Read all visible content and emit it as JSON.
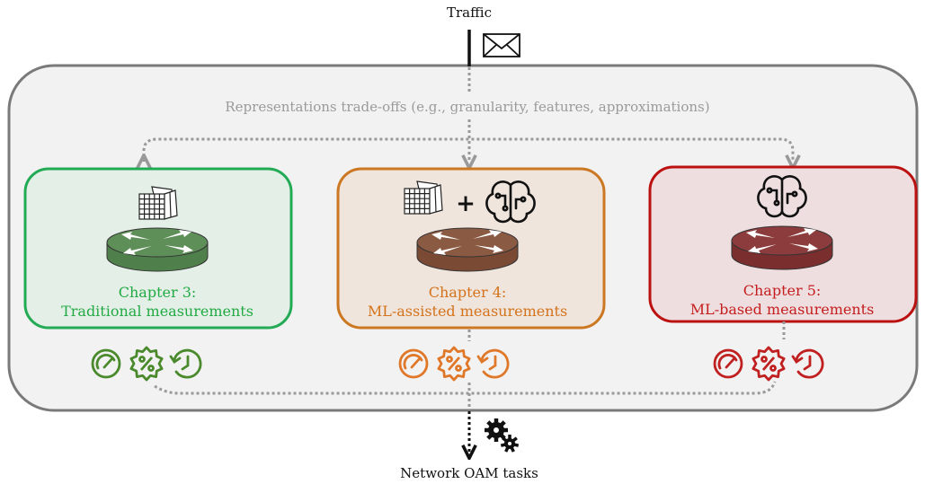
{
  "top_label": "Traffic",
  "bottom_label": "Network OAM tasks",
  "tradeoff_label": "Representations trade-offs (e.g., granularity, features, approximations)",
  "plus_sign": "+",
  "chapters": [
    {
      "id": "chapter-3",
      "title": "Chapter 3:",
      "subtitle": "Traditional measurements",
      "border_color": "#22aa55",
      "fill_color": "#e4efe7",
      "text_color": "#22aa44",
      "router_color": "#4f7f4a",
      "router_top_color": "#5f8f58",
      "icon_color": "#4a8a2c",
      "icons": [
        "sketch-grid-icon"
      ]
    },
    {
      "id": "chapter-4",
      "title": "Chapter 4:",
      "subtitle": "ML-assisted measurements",
      "border_color": "#cc7722",
      "fill_color": "#efe5dc",
      "text_color": "#d4731c",
      "router_color": "#7a4a35",
      "router_top_color": "#8b5a42",
      "icon_color": "#e0782a",
      "icons": [
        "sketch-grid-icon",
        "brain-icon"
      ]
    },
    {
      "id": "chapter-5",
      "title": "Chapter 5:",
      "subtitle": "ML-based measurements",
      "border_color": "#bb1111",
      "fill_color": "#efdee0",
      "text_color": "#c41e1e",
      "router_color": "#7a2e2e",
      "router_top_color": "#8c3c3c",
      "icon_color": "#c02020",
      "icons": [
        "brain-icon"
      ]
    }
  ],
  "colors": {
    "outer_border": "#7a7a7a",
    "outer_fill": "#f2f2f2",
    "dotted": "#999999",
    "tradeoff_text": "#9a9a9a",
    "black": "#111111"
  }
}
